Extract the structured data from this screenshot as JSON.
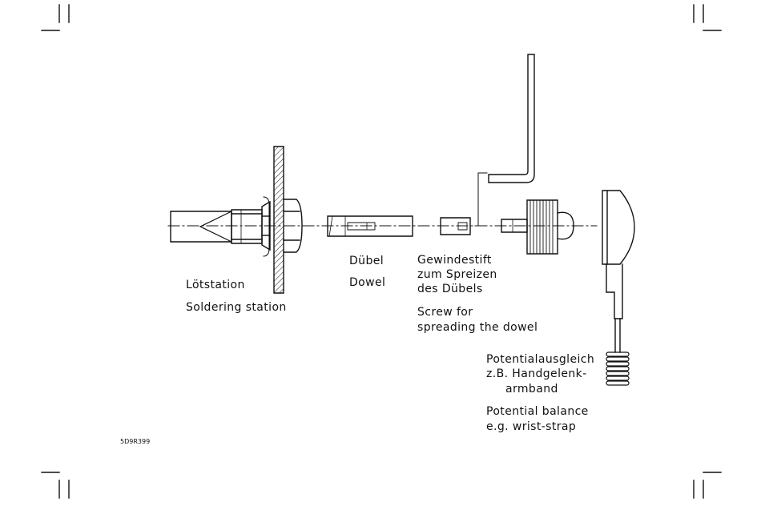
{
  "labels": {
    "soldering_de": "Lötstation",
    "soldering_en": "Soldering station",
    "dowel_de": "Dübel",
    "dowel_en": "Dowel",
    "setscrew_de": [
      "Gewindestift",
      "zum Spreizen",
      "des Dübels"
    ],
    "setscrew_en": [
      "Screw for",
      "spreading the dowel"
    ],
    "potential_de": [
      "Potentialausgleich",
      "z.B. Handgelenk-",
      "armband"
    ],
    "potential_en": [
      "Potential balance",
      "e.g. wrist-strap"
    ]
  },
  "figure_id": "5D9R399",
  "colors": {
    "line": "#111111",
    "background": "#ffffff"
  }
}
